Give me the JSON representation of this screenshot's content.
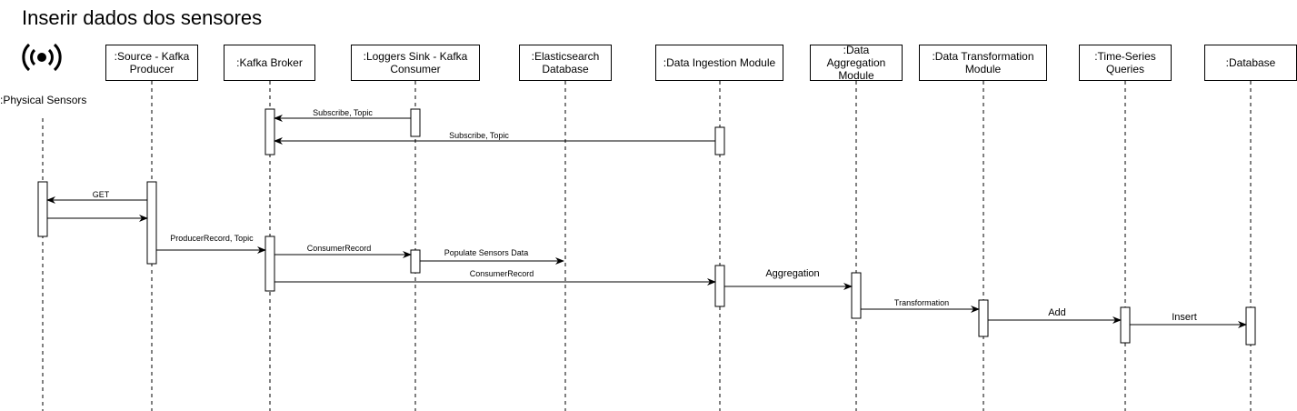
{
  "title": "Inserir dados dos sensores",
  "sensor_icon": "radio-signal-icon",
  "participants": {
    "physical_sensors": ":Physical Sensors",
    "source_kafka_producer": ":Source - Kafka Producer",
    "kafka_broker": ":Kafka Broker",
    "loggers_sink": ":Loggers Sink - Kafka Consumer",
    "elasticsearch": ":Elasticsearch Database",
    "data_ingestion": ":Data Ingestion Module",
    "data_aggregation": ":Data Aggregation Module",
    "data_transformation": ":Data Transformation Module",
    "time_series_queries": ":Time-Series Queries",
    "database": ":Database"
  },
  "messages": {
    "subscribe_topic_1": "Subscribe, Topic",
    "subscribe_topic_2": "Subscribe, Topic",
    "get": "GET",
    "producer_record_topic": "ProducerRecord, Topic",
    "consumer_record_1": "ConsumerRecord",
    "populate_sensors_data": "Populate Sensors Data",
    "consumer_record_2": "ConsumerRecord",
    "aggregation": "Aggregation",
    "transformation": "Transformation",
    "add": "Add",
    "insert": "Insert"
  }
}
